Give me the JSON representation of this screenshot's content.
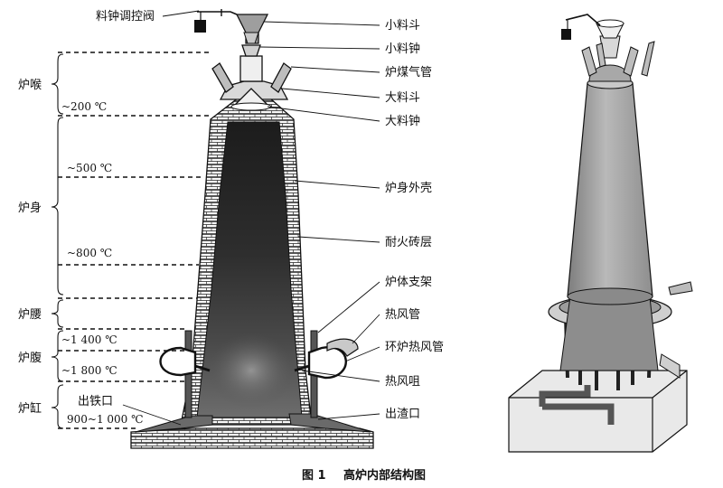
{
  "caption": {
    "figure_no": "图 1",
    "title": "高炉内部结构图"
  },
  "top_label": "料钟调控阀",
  "zones": {
    "throat": "炉喉",
    "stack": "炉身",
    "belly": "炉腰",
    "bosh": "炉腹",
    "hearth": "炉缸"
  },
  "temperatures": {
    "t200": "~200 ℃",
    "t500": "~500 ℃",
    "t800": "~800 ℃",
    "t1400": "~1 400 ℃",
    "t1800": "~1 800 ℃",
    "t_hearth": "900~1 000 ℃"
  },
  "tap_hole": "出铁口",
  "parts": [
    "小料斗",
    "小料钟",
    "炉煤气管",
    "大料斗",
    "大料钟",
    "炉身外壳",
    "耐火砖层",
    "炉体支架",
    "热风管",
    "环炉热风管",
    "热风咀",
    "出渣口"
  ]
}
